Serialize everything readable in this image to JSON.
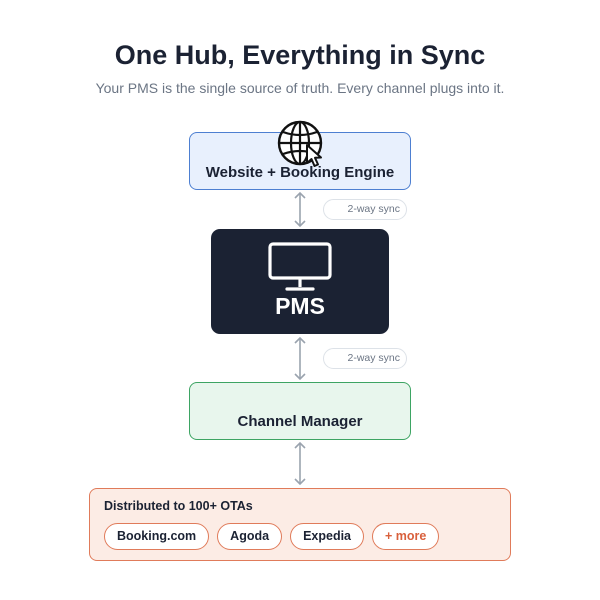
{
  "header": {
    "title": "One Hub, Everything in Sync",
    "subtitle": "Your PMS is the single source of truth. Every channel plugs into it."
  },
  "nodes": {
    "website": {
      "label": "Website + Booking Engine",
      "icon": "globe-cursor-icon",
      "color": "#4d7fd1"
    },
    "pms": {
      "label": "PMS",
      "icon": "monitor-icon",
      "color": "#1b2233"
    },
    "channel_manager": {
      "label": "Channel Manager",
      "color": "#3da463"
    }
  },
  "connectors": {
    "sync_label_top": "2-way sync",
    "sync_label_bottom": "2-way sync"
  },
  "otas": {
    "title": "Distributed to 100+ OTAs",
    "chips": [
      "Booking.com",
      "Agoda",
      "Expedia",
      "+ more"
    ],
    "color": "#e07b5a"
  }
}
